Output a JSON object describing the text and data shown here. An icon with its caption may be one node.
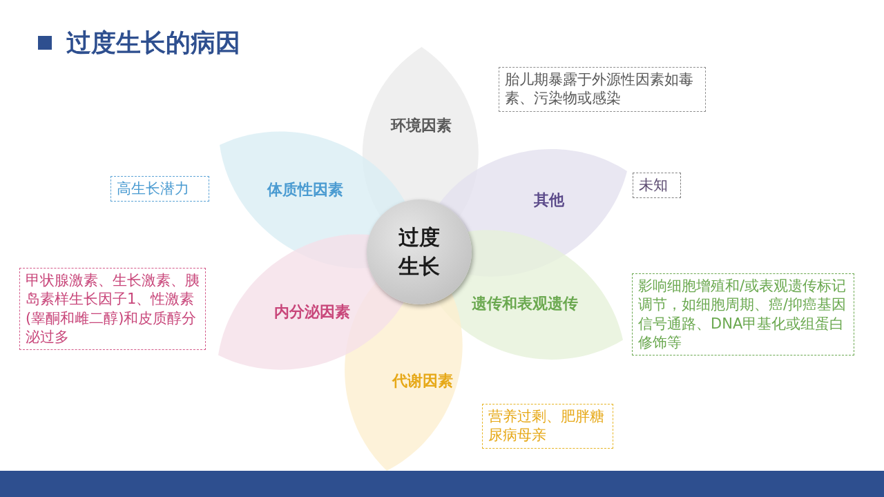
{
  "diagram": {
    "title": "过度生长的病因",
    "nodes": [
      {
        "text": [
          "环境因素"
        ]
      },
      {
        "text": [
          "胎儿期暴露于外源性因素如毒素、污染物或感染"
        ]
      },
      {
        "text": [
          "体质性因素"
        ]
      },
      {
        "text": [
          "高生长潜力"
        ]
      },
      {
        "text": [
          "其他"
        ]
      },
      {
        "text": [
          "未知"
        ]
      },
      {
        "text": [
          "过度生长"
        ]
      },
      {
        "text": [
          "甲状腺激素、生长激素、胰岛素样生长因子1、性激素(睾酮和雌二醇)和皮质醇分泌过多"
        ]
      },
      {
        "text": [
          "内分泌因素"
        ]
      },
      {
        "text": [
          "遗传和表观遗传"
        ]
      },
      {
        "text": [
          "影响细胞增殖和/或表观遗传标记调节，如细胞周期、癌/抑癌基因信号通路、DNA甲基化或组蛋白修饰等"
        ]
      },
      {
        "text": [
          "代谢因素"
        ]
      },
      {
        "text": [
          "营养过剩、肥胖糖尿病母亲"
        ]
      }
    ],
    "edges": []
  }
}
